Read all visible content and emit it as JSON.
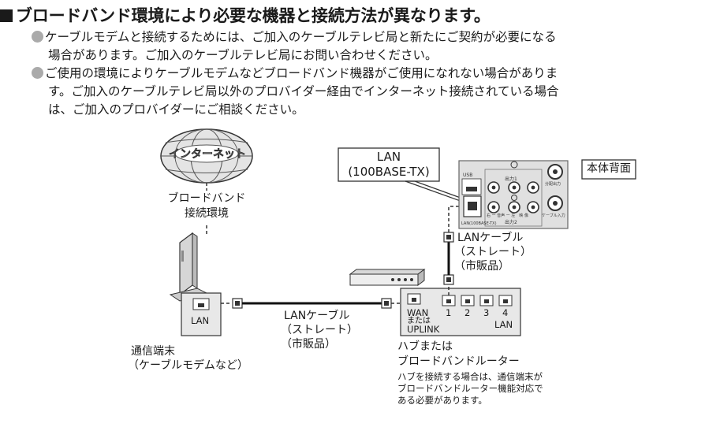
{
  "heading": "ブロードバンド環境により必要な機器と接続方法が異なります。",
  "bullets": [
    {
      "line1": "ケーブルモデムと接続するためには、ご加入のケーブルテレビ局と新たにご契約が必要になる",
      "line2": "場合があります。ご加入のケーブルテレビ局にお問い合わせください。"
    },
    {
      "line1": "ご使用の環境によりケーブルモデムなどブロードバンド機器がご使用になれない場合がありま",
      "line2": "す。ご加入のケーブルテレビ局以外のプロバイダー経由でインターネット接続されている場合",
      "line3": "は、ご加入のプロバイダーにご相談ください。"
    }
  ],
  "diagram": {
    "internet": "インターネット",
    "broadband_env": [
      "ブロードバンド",
      "接続環境"
    ],
    "modem_port": "LAN",
    "modem_caption": [
      "通信端末",
      "（ケーブルモデムなど）"
    ],
    "cable_left": [
      "LANケーブル",
      "（ストレート）",
      "（市販品）"
    ],
    "cable_right": [
      "LANケーブル",
      "（ストレート）",
      "（市販品）"
    ],
    "lan_callout": [
      "LAN",
      "(100BASE-TX)"
    ],
    "rear_label": "本体背面",
    "panel_labels": {
      "usb": "USB",
      "lan": "LAN(100BASE-TX)",
      "out1": "出力1",
      "out2": "出力2",
      "cable_out": "分配出力",
      "cable_in": "ケーブル入力",
      "av": "右 ー 音声 ー 左　映 像"
    },
    "hub_wan": [
      "WAN",
      "または",
      "UPLINK"
    ],
    "hub_ports": [
      "1",
      "2",
      "3",
      "4"
    ],
    "hub_lan": "LAN",
    "hub_caption": [
      "ハブまたは",
      "ブロードバンドルーター"
    ],
    "hub_note": [
      "ハブを接続する場合は、通信端末が",
      "ブロードバンドルーター機能対応で",
      "ある必要があります。"
    ]
  }
}
